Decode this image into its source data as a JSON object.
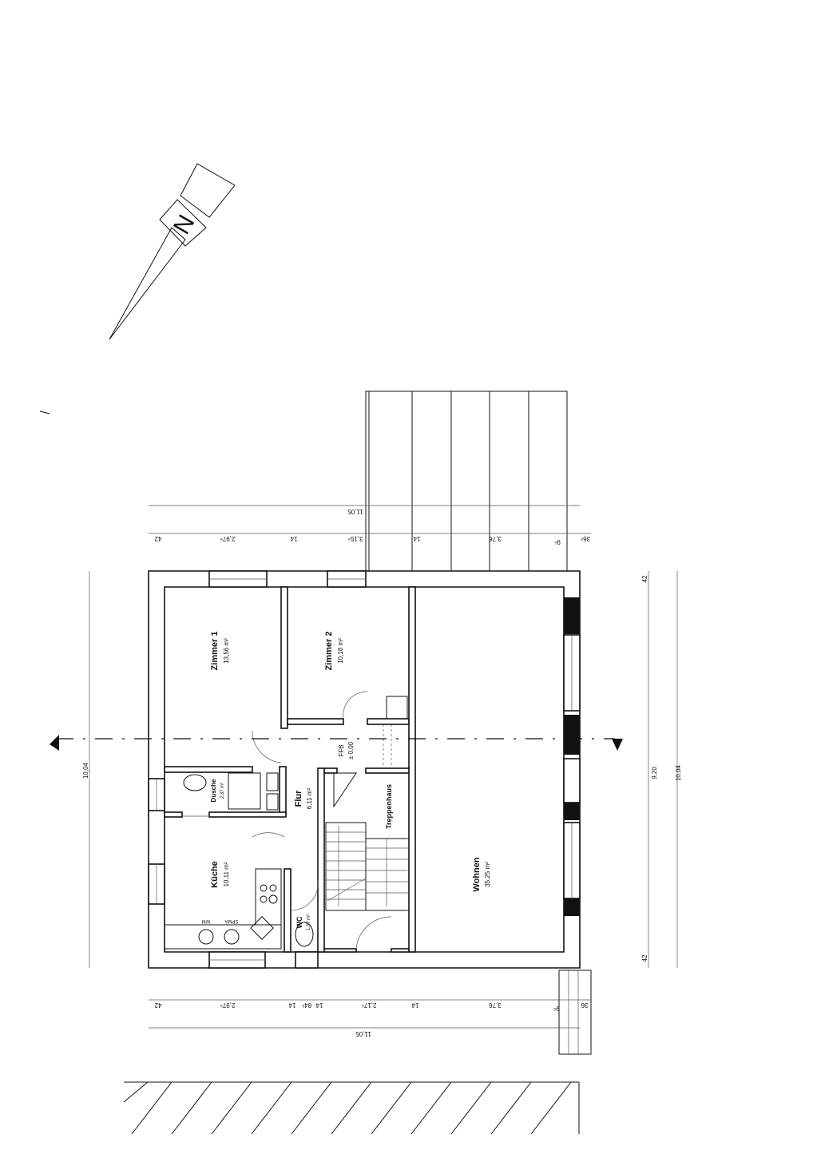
{
  "north_label": "N",
  "rooms": {
    "zimmer1": {
      "name": "Zimmer 1",
      "area": "13,56 m²"
    },
    "zimmer2": {
      "name": "Zimmer 2",
      "area": "10,18 m²"
    },
    "dusche": {
      "name": "Dusche",
      "area": "2,37 m²"
    },
    "flur": {
      "name": "Flur",
      "area": "6,11 m²"
    },
    "kueche": {
      "name": "Küche",
      "area": "10,11 m²"
    },
    "wc": {
      "name": "WC",
      "area": "1,37 m²"
    },
    "treppenhaus": {
      "name": "Treppenhaus"
    },
    "wohnen": {
      "name": "Wohnen",
      "area": "35,25 m²"
    }
  },
  "level": {
    "label": "FFB",
    "value": "± 0,00"
  },
  "appliances": {
    "spma": "SPMA",
    "wm": "WM"
  },
  "dimensions": {
    "top_total": "11,05",
    "top_segments": [
      "42",
      "2,97⁵",
      "14",
      "3,15⁵",
      "14",
      "3,76",
      "9⁵",
      "36⁵"
    ],
    "bottom_segments": [
      "42",
      "2,97⁵",
      "14",
      "84⁵",
      "14",
      "2,17⁵",
      "14",
      "3,76",
      "9⁵",
      "36"
    ],
    "bottom_total": "11,05",
    "left_total": "10,04",
    "right_segments": [
      "42",
      "9,20",
      "42"
    ],
    "right_total": "10,04"
  }
}
